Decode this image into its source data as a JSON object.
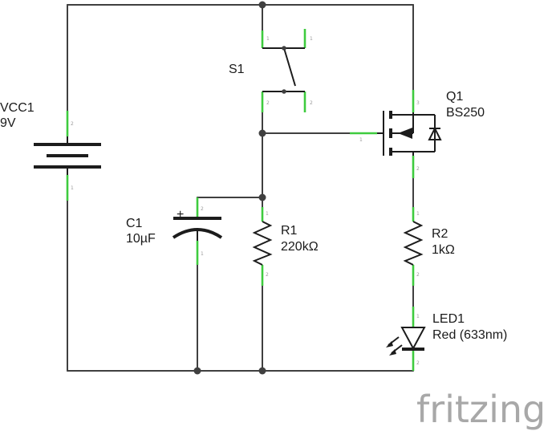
{
  "components": {
    "vcc1": {
      "ref": "VCC1",
      "value": "9V",
      "pins": [
        "2",
        "1"
      ]
    },
    "s1": {
      "ref": "S1",
      "pins": [
        "1",
        "1",
        "2",
        "2"
      ]
    },
    "q1": {
      "ref": "Q1",
      "value": "BS250",
      "pins": [
        "3",
        "1",
        "2"
      ]
    },
    "c1": {
      "ref": "C1",
      "value": "10µF",
      "polarity": "+",
      "pins": [
        "2",
        "1"
      ]
    },
    "r1": {
      "ref": "R1",
      "value": "220kΩ",
      "pins": [
        "1",
        "2"
      ]
    },
    "r2": {
      "ref": "R2",
      "value": "1kΩ",
      "pins": [
        "1",
        "2"
      ]
    },
    "led1": {
      "ref": "LED1",
      "value": "Red (633nm)",
      "pins": [
        "1",
        "2"
      ]
    }
  },
  "branding": {
    "logo_text": "fritzing"
  },
  "colors": {
    "wire": "#404040",
    "pin_leg": "#3ecb3e",
    "symbol": "#1c1c1c",
    "logo": "#a8a8a8"
  }
}
